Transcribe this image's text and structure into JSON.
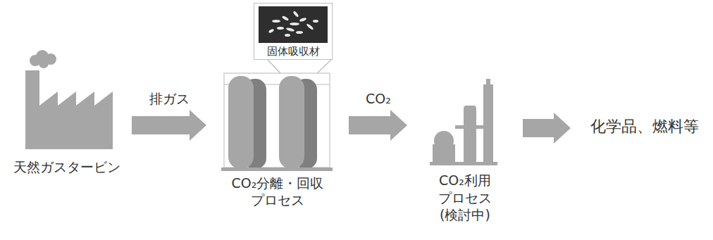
{
  "diagram": {
    "nodes": [
      {
        "text": [
          "天然ガスタービン"
        ]
      },
      {
        "text": [
          "CO₂分離・回収 プロセス"
        ]
      },
      {
        "text": [
          "固体吸収材"
        ]
      },
      {
        "text": [
          "CO₂利用 プロセス (検討中)"
        ]
      },
      {
        "text": [
          "化学品、燃料等"
        ]
      }
    ],
    "edges": [
      {
        "from": 0,
        "to": 1,
        "label": "排ガス",
        "arrow": "to"
      },
      {
        "from": 1,
        "to": 3,
        "label": "CO₂",
        "arrow": "to"
      },
      {
        "from": 3,
        "to": 4,
        "arrow": "to"
      }
    ]
  }
}
